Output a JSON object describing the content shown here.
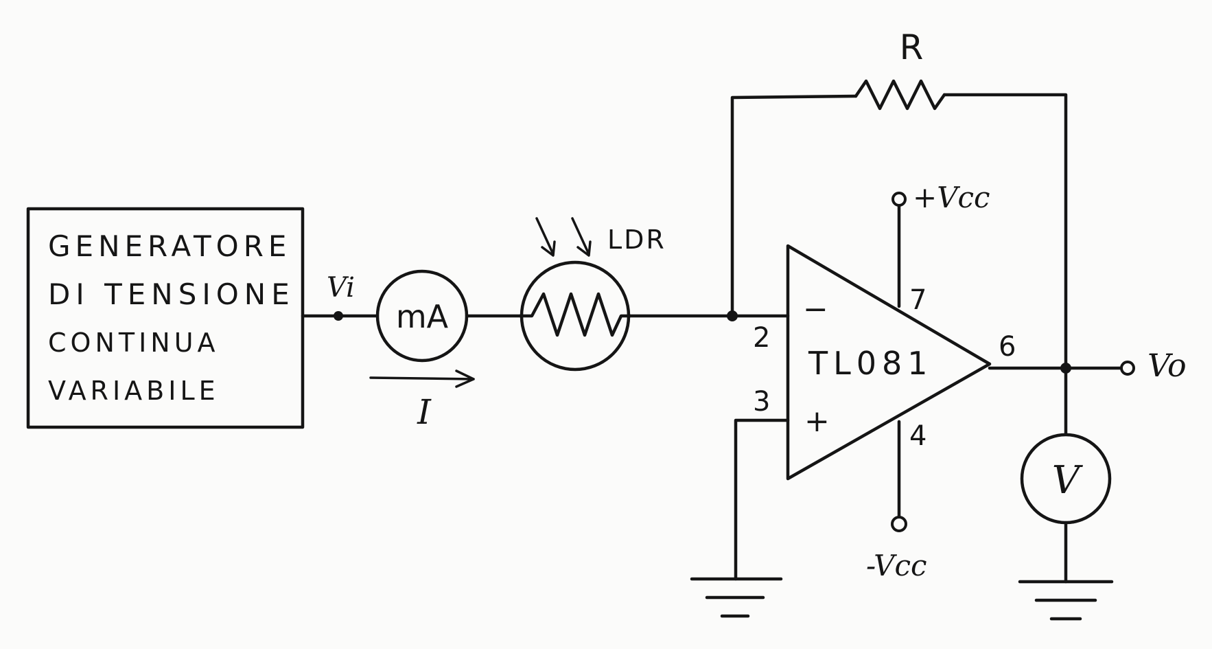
{
  "generator": {
    "lines": [
      "GENERATORE",
      "DI TENSIONE",
      "CONTINUA",
      "VARIABILE"
    ]
  },
  "labels": {
    "vi": "Vi",
    "ammeter": "mA",
    "current": "I",
    "ldr": "LDR",
    "resistor": "R",
    "opamp": "TL081",
    "pin2": "2",
    "pin3": "3",
    "pin4": "4",
    "pin6": "6",
    "pin7": "7",
    "minus": "−",
    "plus": "+",
    "vcc_pos": "+Vcc",
    "vcc_neg": "-Vcc",
    "vo": "Vo",
    "voltmeter": "V"
  }
}
